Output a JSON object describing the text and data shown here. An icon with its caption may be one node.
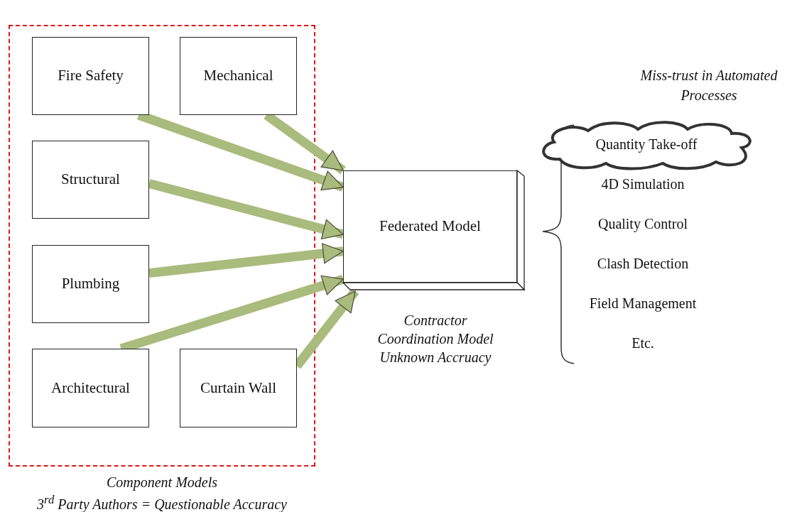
{
  "diagram": {
    "nodes": [
      {
        "text": [
          "Component Models",
          "3$^{rd}$ Party Authors = Questionable Accuracy"
        ]
      },
      {
        "text": [
          "Fire Safety"
        ],
        "in": 0
      },
      {
        "text": [
          "Mechanical"
        ],
        "in": 0
      },
      {
        "text": [
          "Structural"
        ],
        "in": 0
      },
      {
        "text": [
          "Plumbing"
        ],
        "in": 0
      },
      {
        "text": [
          "Architectural"
        ],
        "in": 0
      },
      {
        "text": [
          "Curtain Wall"
        ],
        "in": 0
      },
      {
        "text": [
          "Federated Model"
        ],
        "beside": [
          "Contractor Coordination Model Unknown Accruacy"
        ]
      },
      {
        "text": [
          "Quantity Take-off"
        ]
      }
    ],
    "edges": [
      {
        "from": 1,
        "to": 7,
        "arrow": "to"
      },
      {
        "from": 2,
        "to": 7,
        "arrow": "to"
      },
      {
        "from": 3,
        "to": 7,
        "arrow": "to"
      },
      {
        "from": 4,
        "to": 7,
        "arrow": "to"
      },
      {
        "from": 5,
        "to": 7,
        "arrow": "to"
      },
      {
        "from": 6,
        "to": 7,
        "arrow": "to"
      }
    ],
    "labels": [
      "Miss-trust in Automated Processes",
      "4D Simulation",
      "Quality Control",
      "Clash Detection",
      "Field Management",
      "Etc."
    ]
  }
}
